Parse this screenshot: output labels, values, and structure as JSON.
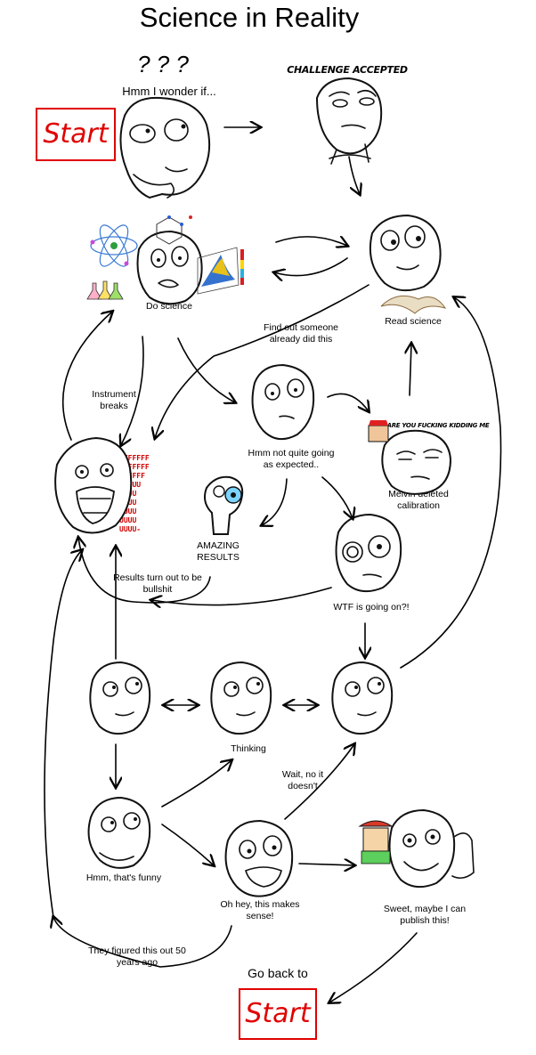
{
  "title": "Science in Reality",
  "start_label": "Start",
  "start_label_bottom": "Start",
  "question_marks": "? ? ?",
  "challenge_banner": "CHALLENGE ACCEPTED",
  "kidding_banner": "ARE YOU FUCKING KIDDING ME",
  "rage_text": [
    "FFFFFFF",
    "FFFFFFF",
    "FFFFFF",
    "FFFUU",
    "UUUU",
    "UUUU",
    "UUUU",
    "UUUU",
    "UUUU-"
  ],
  "labels": {
    "hmm_wonder": "Hmm I wonder if...",
    "do_science": "Do science",
    "find_out": "Find out someone already did this",
    "read_science": "Read science",
    "instrument_breaks": "Instrument breaks",
    "not_quite": "Hmm not quite going as expected..",
    "melvin": "Melvin deleted calibration",
    "amazing": "AMAZING RESULTS",
    "bullshit": "Results turn out to be bullshit",
    "wtf": "WTF is going on?!",
    "thinking": "Thinking",
    "wait_no": "Wait, no it doesn't",
    "funny": "Hmm, that's funny",
    "makes_sense": "Oh hey, this makes sense!",
    "publish": "Sweet, maybe I can publish this!",
    "fifty_years": "They figured this out 50 years ago",
    "go_back": "Go back to"
  }
}
